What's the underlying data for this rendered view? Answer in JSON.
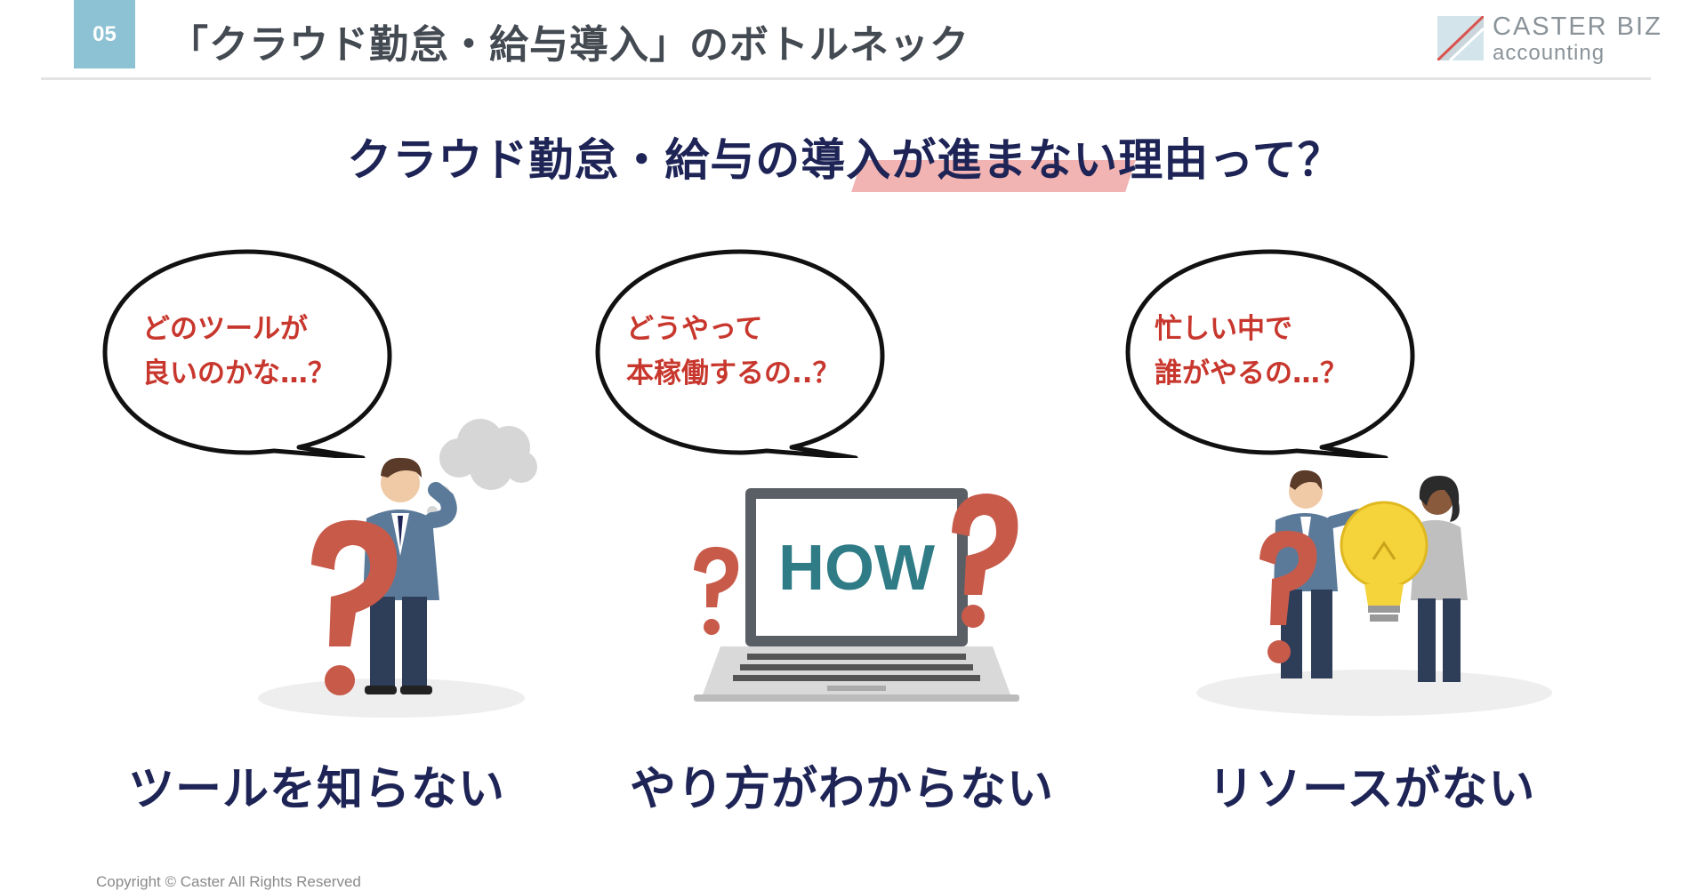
{
  "header": {
    "slide_number": "05",
    "title": "「クラウド勤怠・給与導入」のボトルネック",
    "logo_name": "CASTER BIZ",
    "logo_sub": "accounting"
  },
  "question": "クラウド勤怠・給与の導入が進まない理由って？",
  "bubbles": [
    {
      "line1": "どのツールが",
      "line2": "良いのかな…？"
    },
    {
      "line1": "どうやって",
      "line2": "本稼働するの..？"
    },
    {
      "line1": "忙しい中で",
      "line2": "誰がやるの…？"
    }
  ],
  "laptop_screen_text": "HOW",
  "captions": [
    "ツールを知らない",
    "やり方がわからない",
    "リソースがない"
  ],
  "footer": {
    "copyright": "Copyright © Caster All Rights Reserved"
  },
  "colors": {
    "navy": "#1e2556",
    "red_text": "#c8372d",
    "question_mark": "#c85a4a",
    "highlight": "#f2b3b3",
    "slide_badge": "#8cc2d3",
    "teal": "#2f7b86"
  }
}
